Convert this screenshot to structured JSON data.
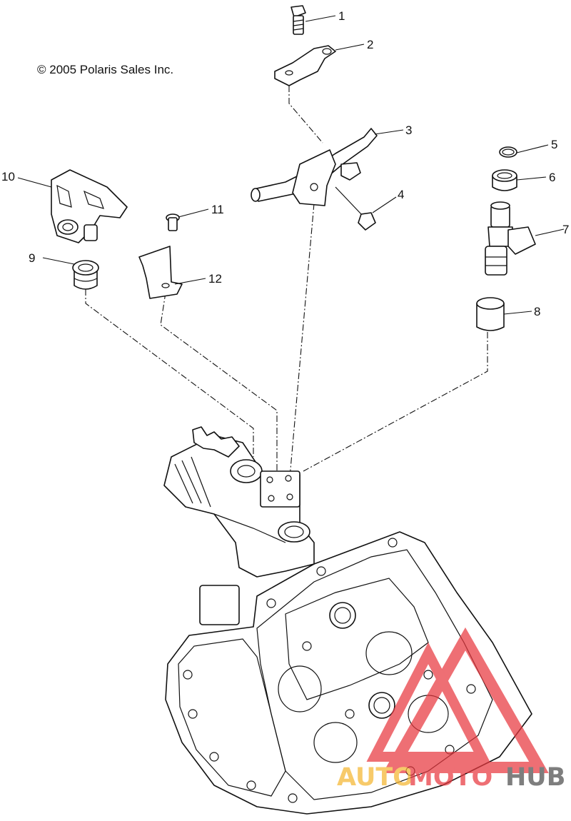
{
  "copyright": "© 2005 Polaris Sales Inc.",
  "callouts": [
    "1",
    "2",
    "3",
    "4",
    "5",
    "6",
    "7",
    "8",
    "9",
    "10",
    "11",
    "12"
  ],
  "watermark": {
    "part1": "AUTO",
    "part2": "MOTO",
    "part3": "HUB",
    "colors": {
      "triangle": "#e8383f",
      "auto": "#f5b731",
      "moto": "#e8383f",
      "hub": "#4d4d4d"
    }
  }
}
